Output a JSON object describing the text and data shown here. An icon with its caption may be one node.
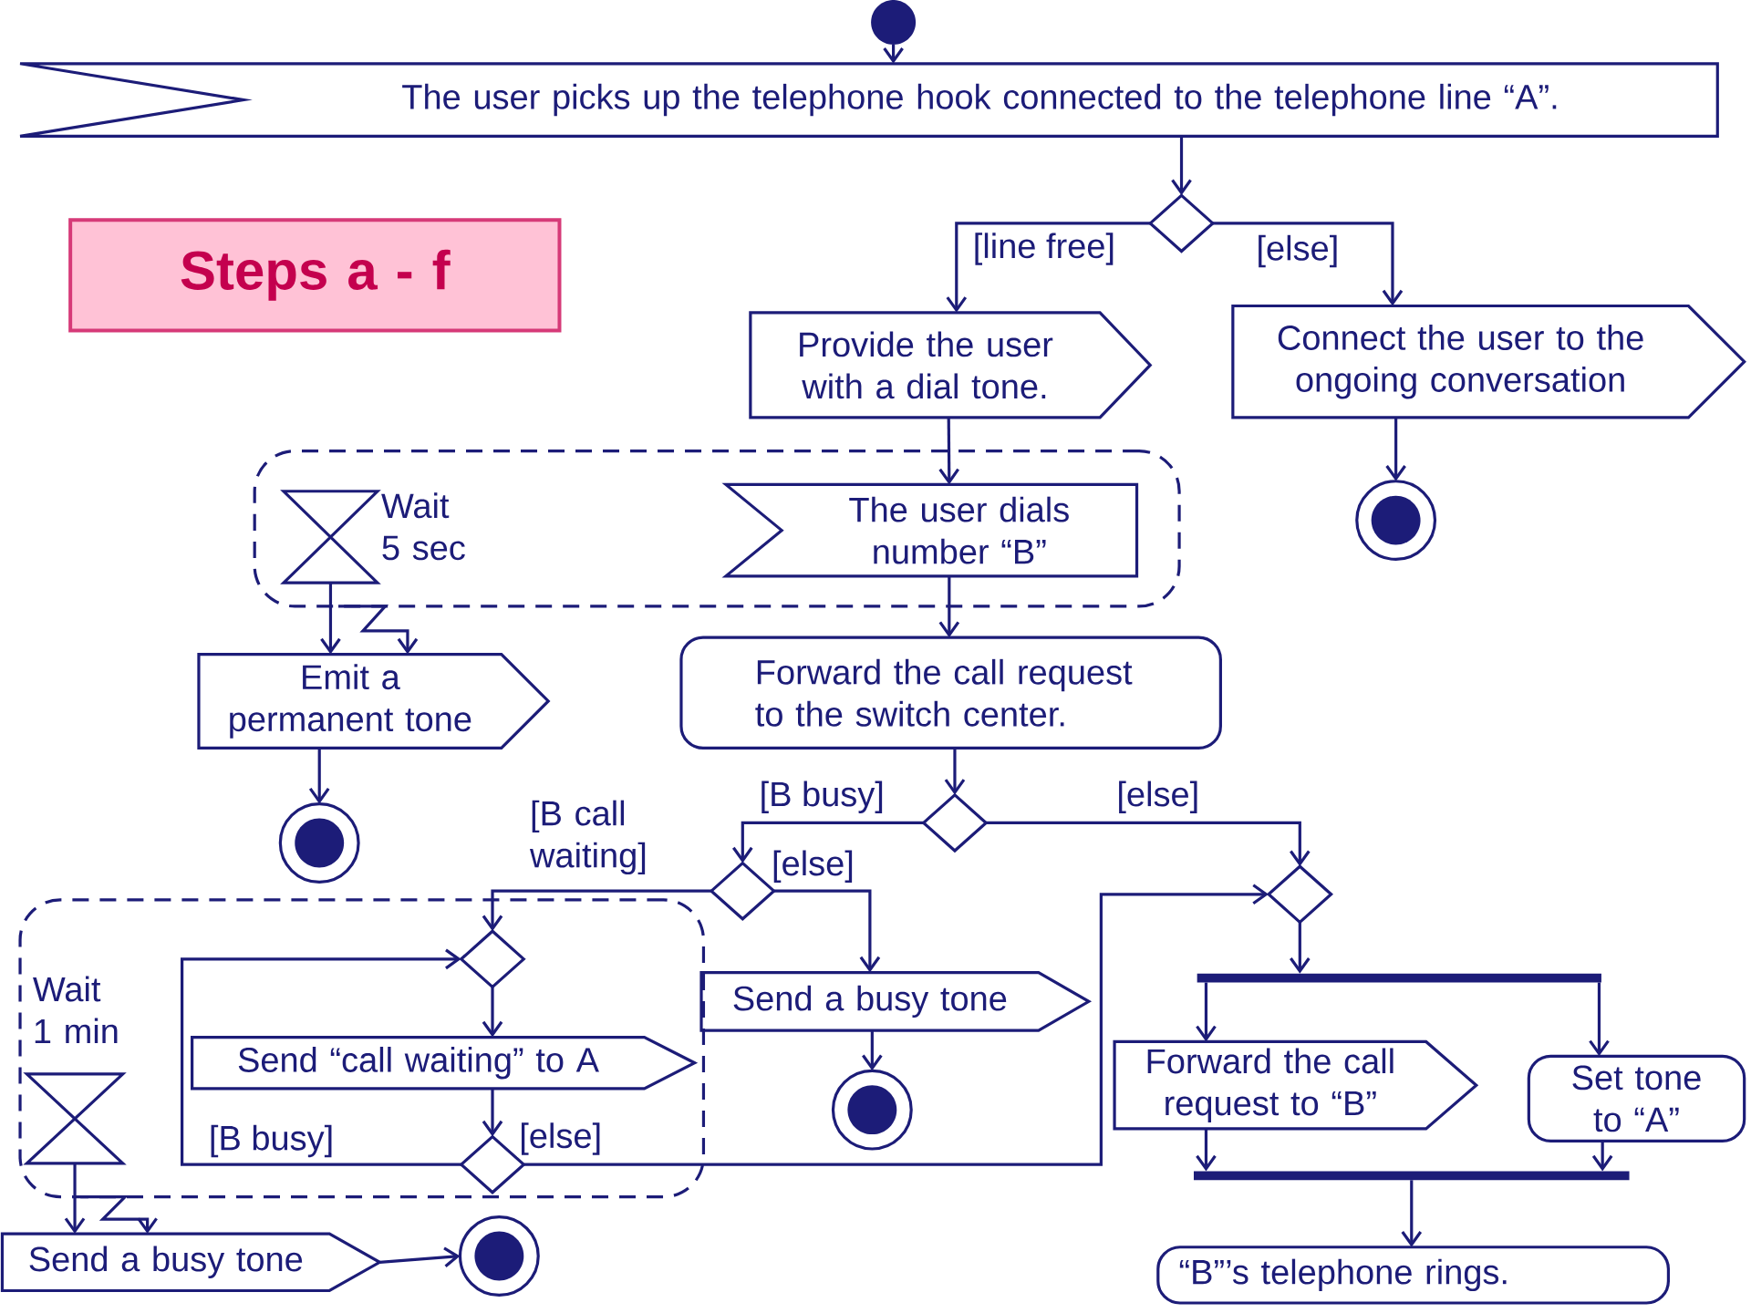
{
  "diagram": {
    "nodes": [
      {
        "text": [],
        "shape": "circle"
      },
      {
        "text": [
          "The user picks up the telephone hook connected to the telephone line “A”."
        ]
      },
      {
        "text": [
          "Steps a - f"
        ]
      },
      {
        "text": [],
        "shape": "diamond"
      },
      {
        "text": [
          "Provide the user with a dial tone."
        ]
      },
      {
        "text": [
          "Connect the user to the ongoing conversation"
        ]
      },
      {
        "text": [],
        "shape": "circle"
      },
      {
        "text": [],
        "shape": "box"
      },
      {
        "text": [],
        "shape": "hourglass",
        "in": 7,
        "beside": [
          "Wait 5 sec"
        ]
      },
      {
        "text": [
          "The user dials number “B”"
        ],
        "in": 7
      },
      {
        "text": [
          "Emit a permanent tone"
        ]
      },
      {
        "text": [],
        "shape": "circle"
      },
      {
        "text": [
          "Forward the call request to the switch center."
        ]
      },
      {
        "text": [],
        "shape": "diamond"
      },
      {
        "text": [],
        "shape": "diamond"
      },
      {
        "text": [],
        "shape": "diamond"
      },
      {
        "text": [],
        "shape": "box"
      },
      {
        "text": [],
        "shape": "hourglass",
        "in": 16,
        "beside": [
          "Wait 1 min"
        ]
      },
      {
        "text": [],
        "shape": "diamond",
        "in": 16
      },
      {
        "text": [
          "Send “call waiting” to A"
        ],
        "in": 16
      },
      {
        "text": [],
        "shape": "diamond",
        "in": 16
      },
      {
        "text": [
          "Send a busy tone"
        ]
      },
      {
        "text": [],
        "shape": "circle"
      },
      {
        "text": [],
        "shape": "bar"
      },
      {
        "text": [
          "Forward the call request to “B”"
        ]
      },
      {
        "text": [
          "Set tone to “A”"
        ]
      },
      {
        "text": [],
        "shape": "bar"
      },
      {
        "text": [
          "“B”’s telephone rings."
        ]
      },
      {
        "text": [
          "Send a busy tone"
        ]
      },
      {
        "text": [],
        "shape": "circle"
      }
    ],
    "edges": [
      {
        "from": 0,
        "to": 1,
        "arrow": "to"
      },
      {
        "from": 1,
        "to": 3,
        "arrow": "to"
      },
      {
        "from": 3,
        "to": 4,
        "arrow": "to",
        "label": "[line free]"
      },
      {
        "from": 3,
        "to": 5,
        "arrow": "to",
        "label": "[else]"
      },
      {
        "from": 5,
        "to": 6,
        "arrow": "to"
      },
      {
        "from": 4,
        "to": 9,
        "arrow": "to"
      },
      {
        "from": 9,
        "to": 12,
        "arrow": "to"
      },
      {
        "from": 8,
        "to": 10,
        "arrow": "to"
      },
      {
        "from": 10,
        "to": 11,
        "arrow": "to"
      },
      {
        "from": 12,
        "to": 13,
        "arrow": "to"
      },
      {
        "from": 13,
        "to": 14,
        "arrow": "to",
        "label": "[B busy]"
      },
      {
        "from": 13,
        "to": 15,
        "arrow": "to",
        "label": "[else]"
      },
      {
        "from": 14,
        "to": 18,
        "arrow": "to",
        "label": "[B call waiting]"
      },
      {
        "from": 14,
        "to": 21,
        "arrow": "to",
        "label": "[else]"
      },
      {
        "from": 18,
        "to": 19,
        "arrow": "to"
      },
      {
        "from": 19,
        "to": 20,
        "arrow": "to"
      },
      {
        "from": 20,
        "to": 18,
        "arrow": "to",
        "label": "[B busy]"
      },
      {
        "from": 20,
        "to": 15,
        "arrow": "to",
        "label": "[else]"
      },
      {
        "from": 15,
        "to": 23,
        "arrow": "to"
      },
      {
        "from": 23,
        "to": 24,
        "arrow": "to"
      },
      {
        "from": 23,
        "to": 25,
        "arrow": "to"
      },
      {
        "from": 24,
        "to": 26,
        "arrow": "to"
      },
      {
        "from": 25,
        "to": 26,
        "arrow": "to"
      },
      {
        "from": 26,
        "to": 27,
        "arrow": "to"
      },
      {
        "from": 17,
        "to": 28,
        "arrow": "to"
      },
      {
        "from": 28,
        "to": 29,
        "arrow": "to"
      },
      {
        "from": 21,
        "to": 22,
        "arrow": "to"
      },
      {
        "from": 7,
        "to": 10,
        "arrow": "to"
      },
      {
        "from": 16,
        "to": 28,
        "arrow": "to"
      }
    ]
  }
}
